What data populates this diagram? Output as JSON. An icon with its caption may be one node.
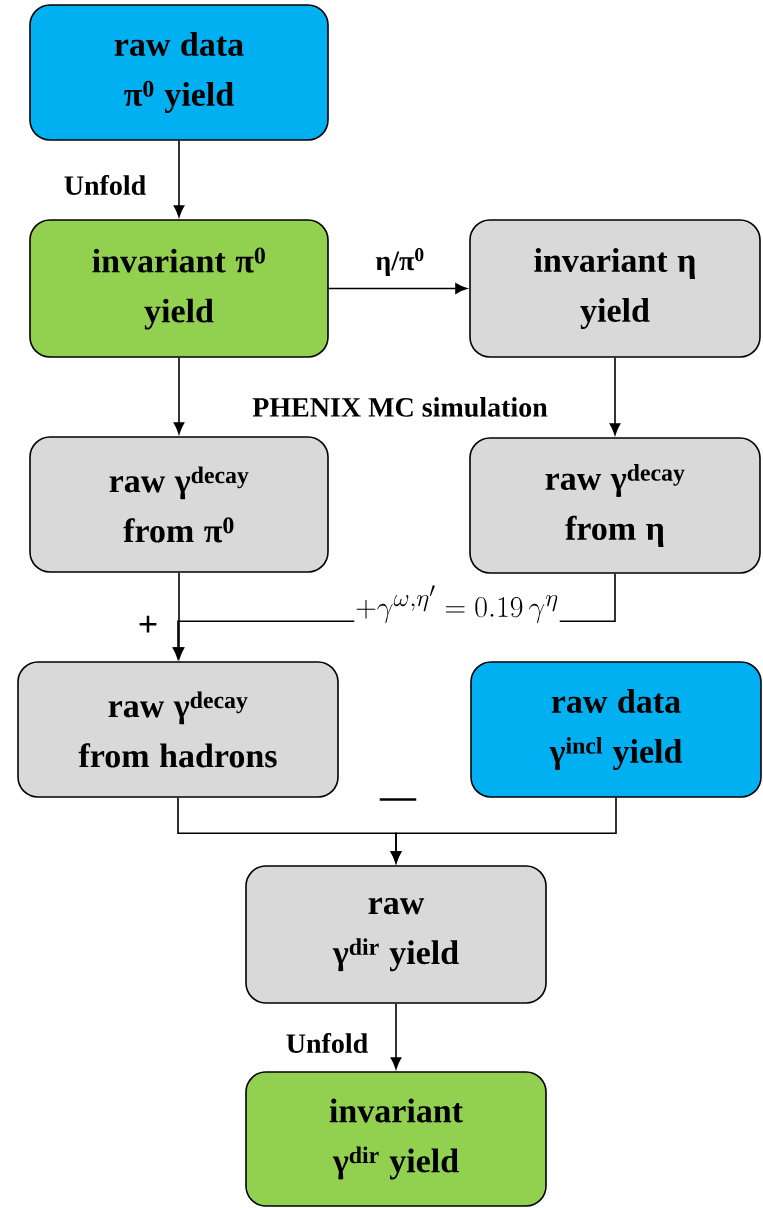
{
  "diagram": {
    "nodes": [
      {
        "text": [
          "raw data π$^{0}$ yield"
        ]
      },
      {
        "text": [
          "invariant π$^{0}$ yield"
        ]
      },
      {
        "text": [
          "invariant η yield"
        ]
      },
      {
        "text": [
          "raw γ$^{decay}$ from π$^{0}$"
        ]
      },
      {
        "text": [
          "raw γ$^{decay}$ from η"
        ]
      },
      {
        "text": [
          "raw γ$^{decay}$ from hadrons"
        ]
      },
      {
        "text": [
          "raw data γ$^{incl}$ yield"
        ]
      },
      {
        "text": [
          "raw γ$^{dir}$ yield"
        ]
      },
      {
        "text": [
          "invariant γ$^{dir}$ yield"
        ]
      }
    ],
    "edges": [
      {
        "from": 0,
        "to": 1,
        "arrow": "to",
        "label": "Unfold"
      },
      {
        "from": 1,
        "to": 2,
        "arrow": "to",
        "label": "η/π$^{0}$"
      },
      {
        "from": 1,
        "to": 3,
        "arrow": "to"
      },
      {
        "from": 2,
        "to": 4,
        "arrow": "to"
      },
      {
        "from": 3,
        "to": 5,
        "arrow": "to"
      },
      {
        "from": 4,
        "to": 5,
        "arrow": "to",
        "label": "+\\gamma^{\\omega,\\eta'}= 0.19\\,\\gamma^{\\eta}"
      },
      {
        "from": 5,
        "to": 7,
        "arrow": "to"
      },
      {
        "from": 6,
        "to": 7,
        "arrow": "to"
      },
      {
        "from": 7,
        "to": 8,
        "arrow": "to",
        "label": "Unfold"
      }
    ],
    "labels": [
      "PHENIX MC simulation",
      "+",
      "—"
    ]
  }
}
